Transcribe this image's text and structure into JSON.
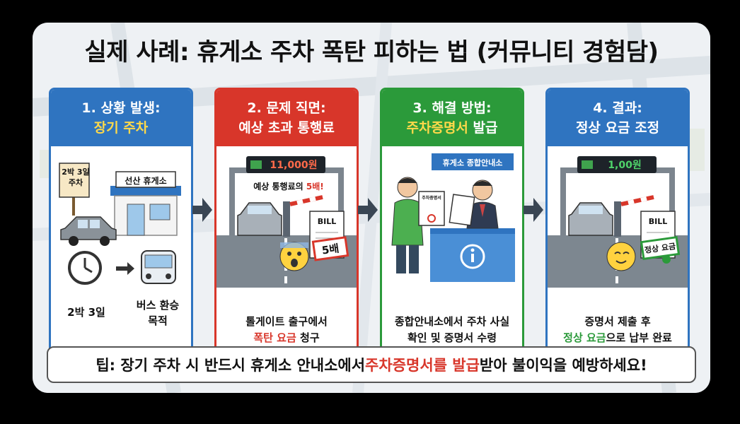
{
  "title": "실제 사례: 휴게소 주차 폭탄 피하는 법 (커뮤니티 경험담)",
  "panels": [
    {
      "head_line1": "1. 상황 발생:",
      "head_line2": "장기 주차",
      "sign_stay": "2박 3일",
      "sign_park": "주차",
      "building_sign": "선산 휴게소",
      "label_stay": "2박 3일",
      "label_bus_1": "버스 환승",
      "label_bus_2": "목적"
    },
    {
      "head_line1": "2. 문제 직면:",
      "head_line2": "예상 초과 통행료",
      "display_amount": "11,000원",
      "note_prefix": "예상 통행료의 ",
      "note_highlight": "5배!",
      "bill_label": "BILL",
      "stamp": "5배",
      "caption_line1": "톨게이트 출구에서",
      "caption_hl": "폭탄 요금",
      "caption_rest": " 청구"
    },
    {
      "head_line1": "3. 해결 방법:",
      "head_hl": "주차증명서",
      "head_rest": " 발급",
      "desk_sign": "휴게소 종합안내소",
      "doc_label": "주차증명서",
      "caption_line1": "종합안내소에서 주차 사실",
      "caption_line2": "확인 및 증명서 수령"
    },
    {
      "head_line1": "4. 결과:",
      "head_line2": "정상 요금 조정",
      "display_amount": "1,00원",
      "bill_label": "BILL",
      "stamp": "정상 요금",
      "caption_line1": "증명서 제출 후",
      "caption_hl": "정상 요금",
      "caption_rest": "으로 납부 완료"
    }
  ],
  "tip": {
    "prefix": "팁: 장기 주차 시 반드시 휴게소 안내소에서 ",
    "highlight": "주차증명서를 발급",
    "suffix": "받아 불이익을 예방하세요!"
  },
  "colors": {
    "blue": "#2f74c0",
    "red": "#d8362a",
    "green": "#2b9a3a",
    "yellow": "#ffd94a"
  }
}
